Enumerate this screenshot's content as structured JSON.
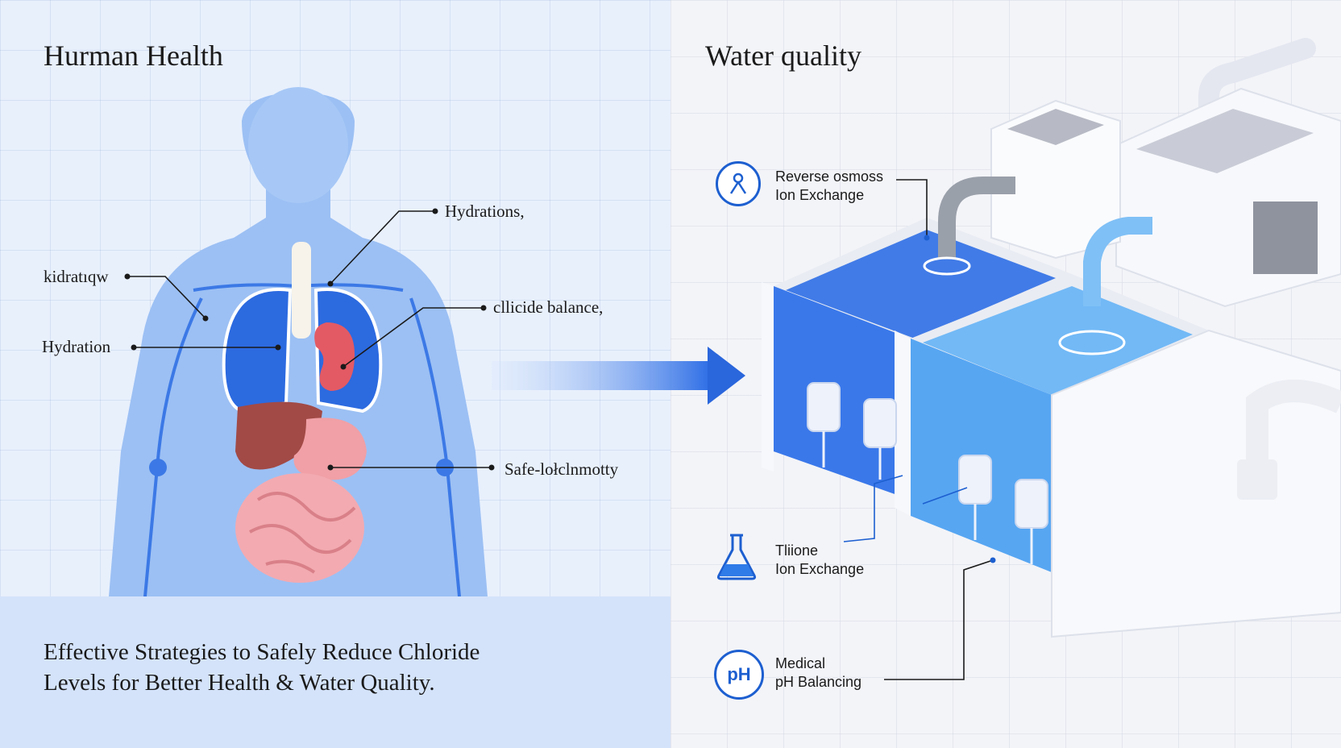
{
  "left_panel": {
    "title": "Hurman Health",
    "labels": {
      "hydrations": "Hydrations,",
      "kidratiqw": "kidratıqw",
      "chloride_balance": "cllicide balance,",
      "hydration": "Hydration",
      "safe": "Safe-lołclnmotty"
    },
    "caption": {
      "line1": "Effective Strategies to Safely Reduce Chloride",
      "line2": "Levels for Better Health & Water Quality."
    }
  },
  "right_panel": {
    "title": "Water quality",
    "items": [
      {
        "icon": "reverse-osmosis-icon",
        "line1": "Reverse osmoss",
        "line2": "Ion Exchange"
      },
      {
        "icon": "flask-icon",
        "line1": "Tliione",
        "line2": "Ion Exchange"
      },
      {
        "icon": "ph-icon",
        "icon_text": "pH",
        "line1": "Medical",
        "line2": "pH Balancing"
      }
    ]
  },
  "colors": {
    "accent": "#1d5fd0",
    "body_blue": "#8fb8f2",
    "water_dark": "#2f6fe6",
    "water_light": "#6cb6f5"
  }
}
